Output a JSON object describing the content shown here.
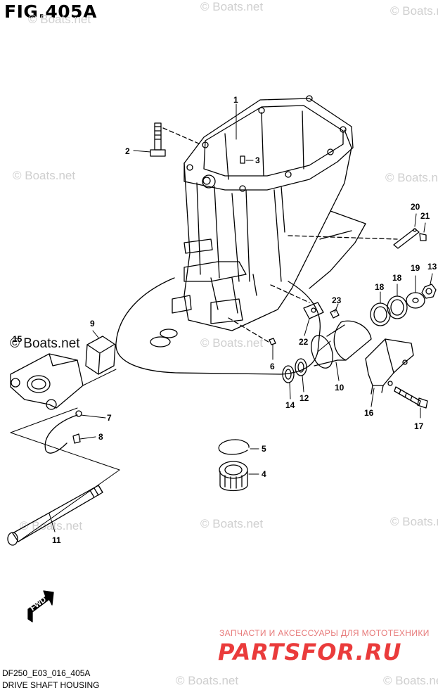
{
  "figure": {
    "title": "FIG.405A",
    "code": "DF250_E03_016_405A",
    "name": "DRIVE SHAFT HOUSING"
  },
  "watermark": {
    "text": "© Boats.net"
  },
  "branding": {
    "tagline": "ЗАПЧАСТИ И АКСЕССУАРЫ ДЛЯ МОТОТЕХНИКИ",
    "logo": "PARTSFOR.RU",
    "accent_color": "#ea3b3b"
  },
  "fwd_label": "FWD",
  "parts": [
    {
      "key": "p1",
      "label": "1"
    },
    {
      "key": "p2",
      "label": "2"
    },
    {
      "key": "p3",
      "label": "3"
    },
    {
      "key": "p4",
      "label": "4"
    },
    {
      "key": "p5",
      "label": "5"
    },
    {
      "key": "p6",
      "label": "6"
    },
    {
      "key": "p7",
      "label": "7"
    },
    {
      "key": "p8",
      "label": "8"
    },
    {
      "key": "p9",
      "label": "9"
    },
    {
      "key": "p10",
      "label": "10"
    },
    {
      "key": "p11",
      "label": "11"
    },
    {
      "key": "p12",
      "label": "12"
    },
    {
      "key": "p13",
      "label": "13"
    },
    {
      "key": "p14",
      "label": "14"
    },
    {
      "key": "p15",
      "label": "15"
    },
    {
      "key": "p16",
      "label": "16"
    },
    {
      "key": "p17",
      "label": "17"
    },
    {
      "key": "p18a",
      "label": "18"
    },
    {
      "key": "p18b",
      "label": "18"
    },
    {
      "key": "p19",
      "label": "19"
    },
    {
      "key": "p20",
      "label": "20"
    },
    {
      "key": "p21",
      "label": "21"
    },
    {
      "key": "p22",
      "label": "22"
    },
    {
      "key": "p23",
      "label": "23"
    }
  ]
}
